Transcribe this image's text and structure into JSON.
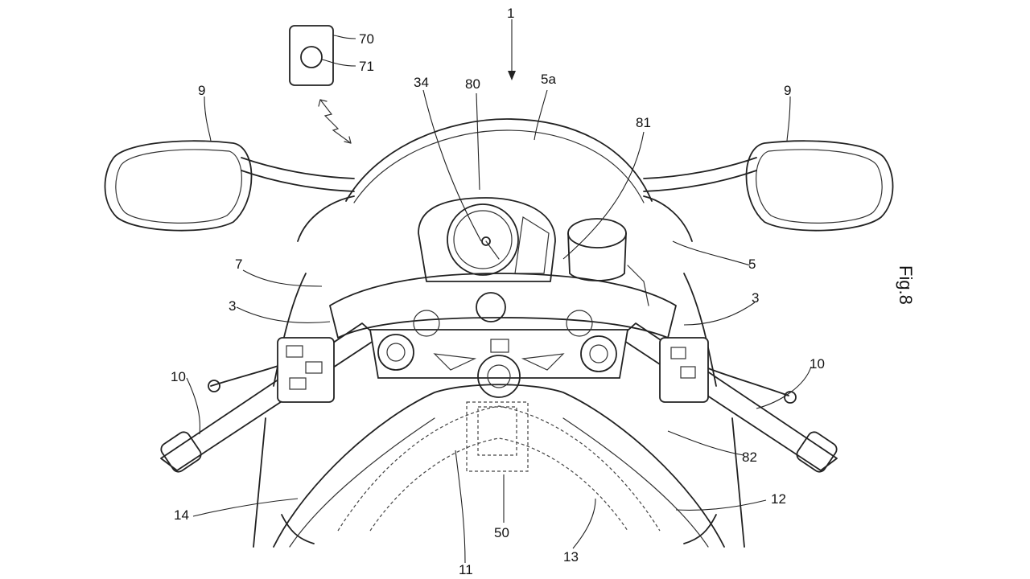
{
  "figure": {
    "caption": "Fig.8"
  },
  "labels": {
    "l1": "1",
    "l70": "70",
    "l71": "71",
    "l9a": "9",
    "l9b": "9",
    "l34": "34",
    "l80": "80",
    "l5a": "5a",
    "l81": "81",
    "l7": "7",
    "l5": "5",
    "l3a": "3",
    "l3b": "3",
    "l10a": "10",
    "l10b": "10",
    "l82": "82",
    "l12": "12",
    "l14": "14",
    "l50": "50",
    "l11": "11",
    "l13": "13"
  }
}
